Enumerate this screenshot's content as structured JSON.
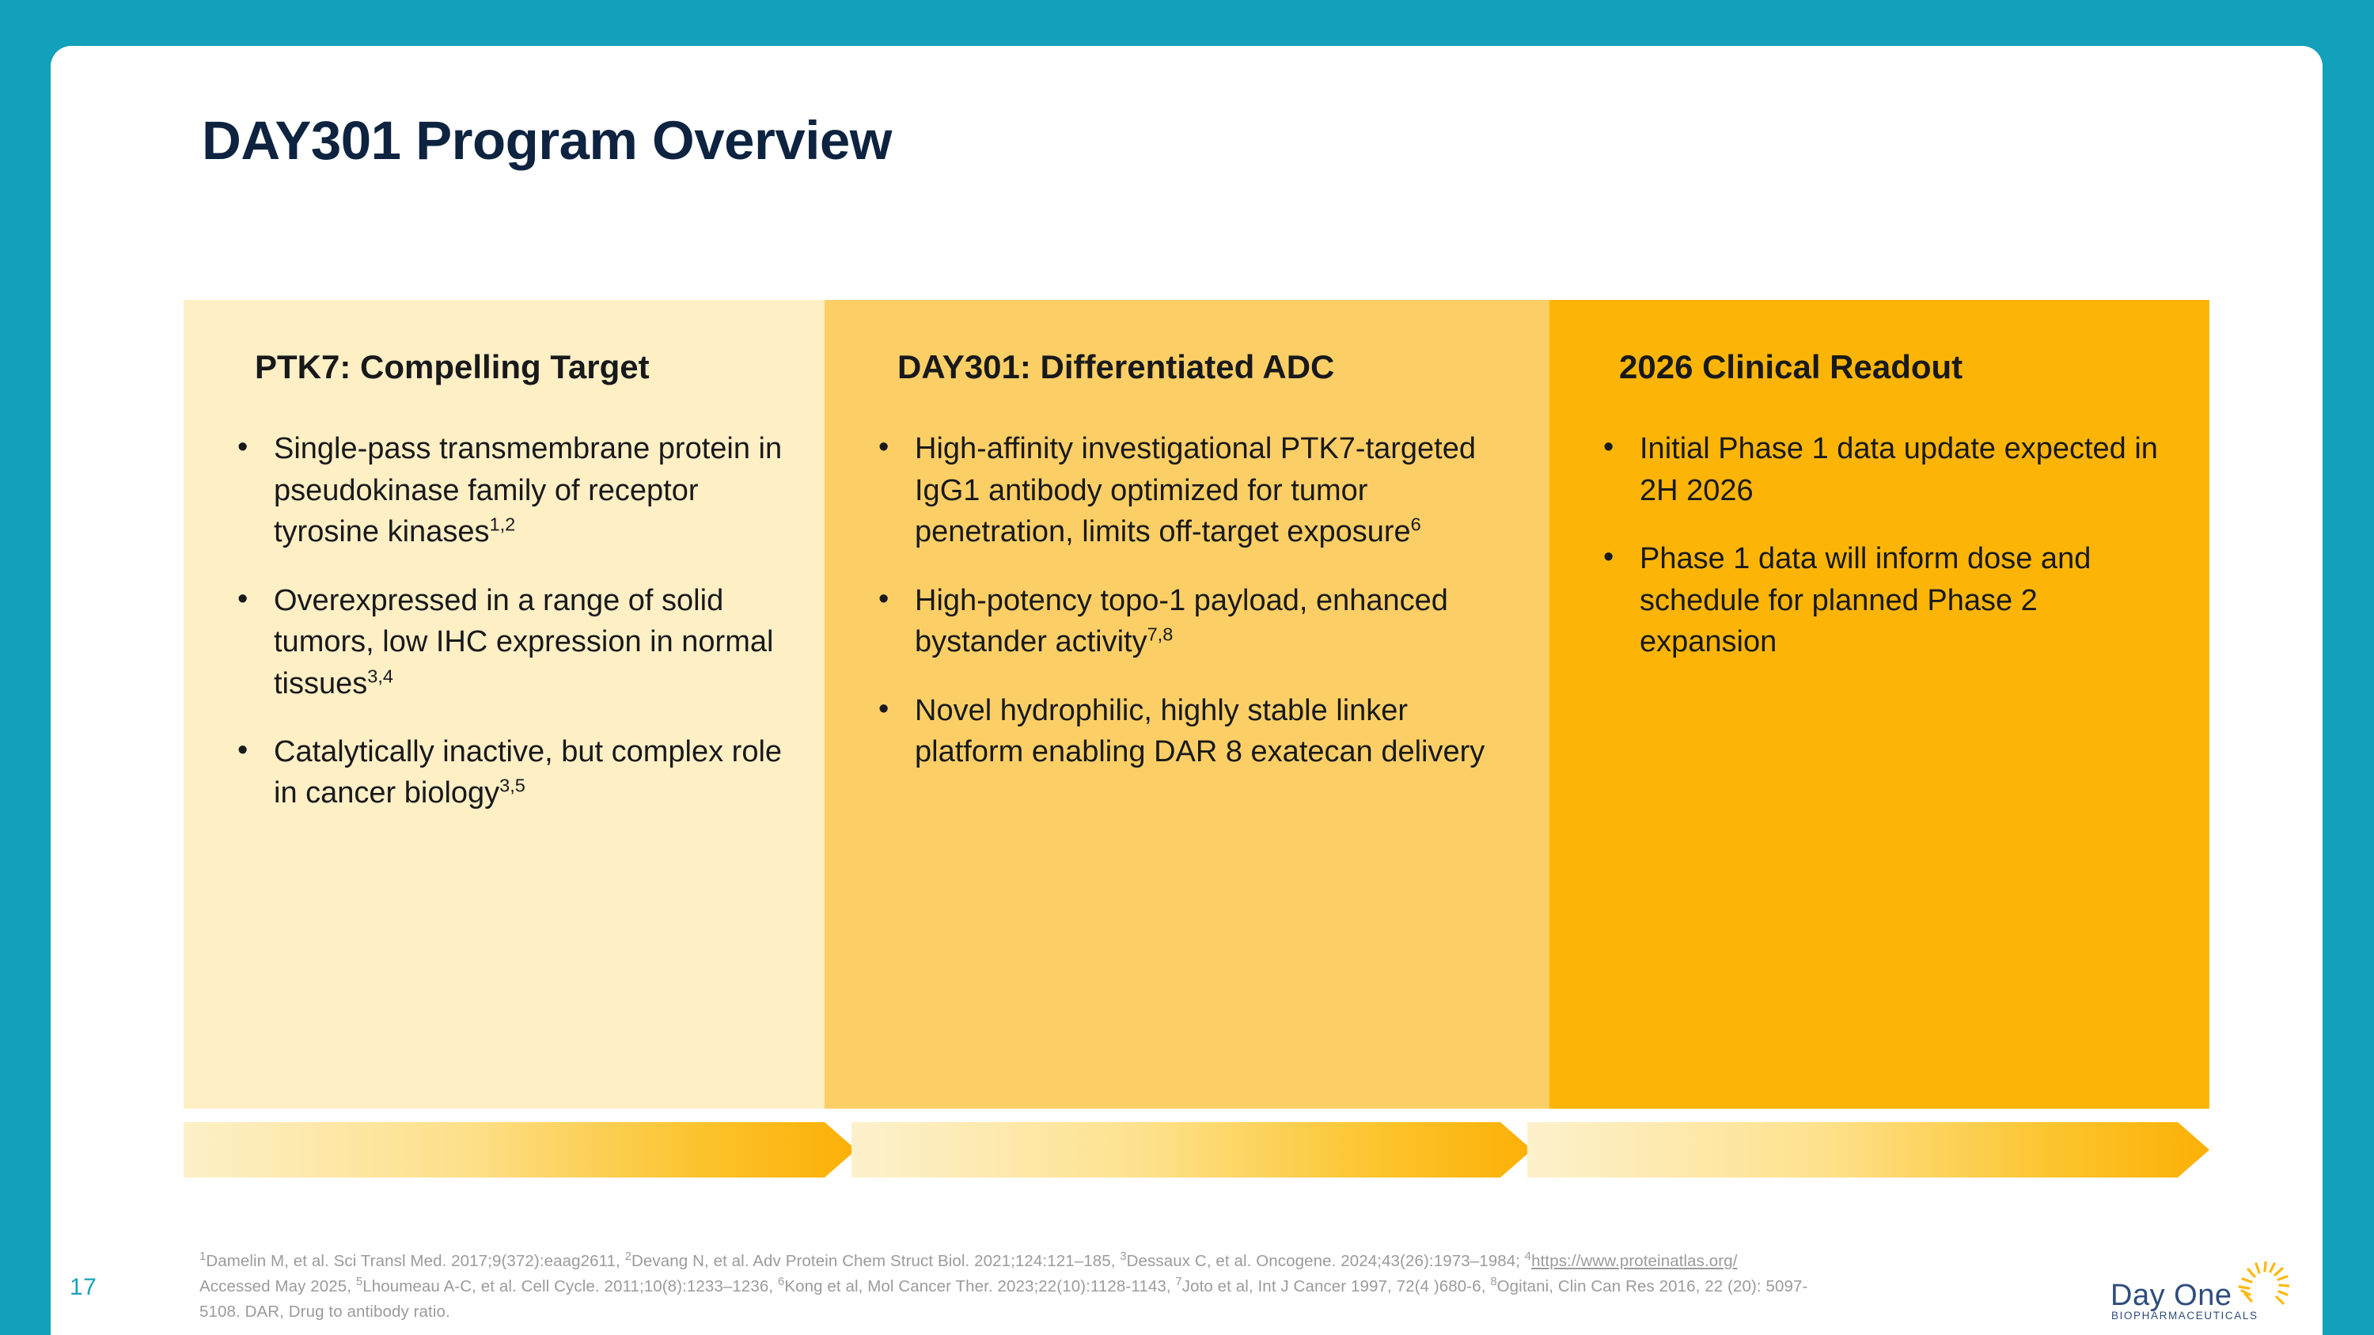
{
  "slide": {
    "page_number": "17",
    "title": "DAY301 Program Overview",
    "background_color": "#13a0ba",
    "card_color": "#ffffff",
    "title_color": "#0d2340"
  },
  "columns": [
    {
      "heading": "PTK7: Compelling Target",
      "background_color": "#feefc5",
      "bullets": [
        {
          "text": "Single-pass transmembrane protein in pseudokinase family of receptor tyrosine kinases",
          "sup": "1,2"
        },
        {
          "text": "Overexpressed in a range of solid tumors, low IHC expression in normal tissues",
          "sup": "3,4"
        },
        {
          "text": "Catalytically inactive, but complex role in cancer biology",
          "sup": "3,5"
        }
      ]
    },
    {
      "heading": "DAY301: Differentiated ADC",
      "background_color": "#fccf66",
      "bullets": [
        {
          "text": "High-affinity investigational PTK7-targeted IgG1 antibody optimized for tumor penetration, limits off-target exposure",
          "sup": "6"
        },
        {
          "text": "High-potency topo-1 payload, enhanced bystander activity",
          "sup": "7,8"
        },
        {
          "text": "Novel hydrophilic, highly stable linker platform enabling DAR 8 exatecan delivery",
          "sup": ""
        }
      ]
    },
    {
      "heading": "2026 Clinical Readout",
      "background_color": "#fcb507",
      "bullets": [
        {
          "text": "Initial Phase 1 data update expected in 2H 2026",
          "sup": ""
        },
        {
          "text": "Phase 1 data will inform dose and schedule for planned Phase 2 expansion",
          "sup": ""
        }
      ]
    }
  ],
  "chevrons": [
    {
      "name": "chevron-arrow-1"
    },
    {
      "name": "chevron-arrow-2"
    },
    {
      "name": "chevron-arrow-3"
    }
  ],
  "footnotes": {
    "line1_a": "Damelin M, et al. Sci Transl Med. 2017;9(372):eaag2611, ",
    "sup1": "1",
    "sup2": "2",
    "line1_b": "Devang N, et al. Adv Protein Chem Struct Biol. 2021;124:121–185, ",
    "sup3": "3",
    "line1_c": "Dessaux C, et al. Oncogene. 2024;43(26):1973–1984; ",
    "sup4": "4",
    "link": "https://www.proteinatlas.org/",
    "line2_a": "Accessed May 2025, ",
    "sup5": "5",
    "line2_b": "Lhoumeau A-C, et al. Cell Cycle. 2011;10(8):1233–1236, ",
    "sup6": "6",
    "line2_c": "Kong et al, Mol Cancer Ther. 2023;22(10):1128-1143, ",
    "sup7": "7",
    "line2_d": "Joto et al, Int J Cancer 1997, 72(4 )680-6,  ",
    "sup8": "8",
    "line2_e": "Ogitani, Clin Can Res 2016, 22 (20): 5097-",
    "line3": "5108. DAR, Drug to antibody ratio."
  },
  "logo": {
    "wordmark": "Day One",
    "subtext": "BIOPHARMACEUTICALS",
    "brand_color": "#2e4d7b",
    "sun_color": "#fdb913"
  }
}
